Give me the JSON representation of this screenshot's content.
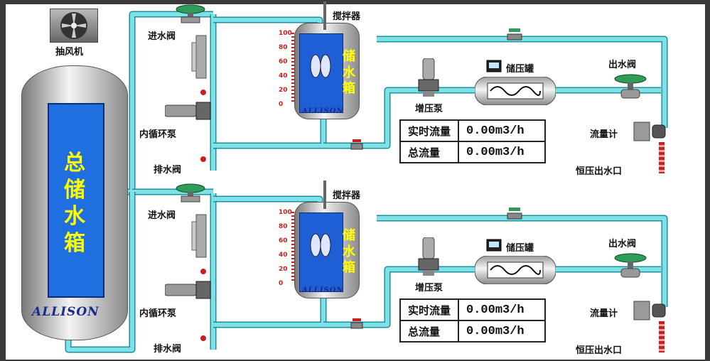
{
  "header_fragment": "",
  "fan_label": "抽风机",
  "main_tank": {
    "label": "总储水箱",
    "brand": "ALLISON"
  },
  "units": [
    {
      "inlet_valve": "进水阀",
      "agitator": "搅拌器",
      "tank_label": "储水箱",
      "tank_brand": "ALLISON",
      "scale_ticks": [
        "100",
        "80",
        "60",
        "40",
        "20",
        "0"
      ],
      "circulation_pump": "内循环泵",
      "drain_valve": "排水阀",
      "booster_pump": "增压泵",
      "pressure_tank": "储压罐",
      "outlet_valve": "出水阀",
      "flow_meter": "流量计",
      "constant_pressure_outlet": "恒压出水口",
      "realtime_flow_label": "实时流量",
      "realtime_flow_value": "0.00m3/h",
      "total_flow_label": "总流量",
      "total_flow_value": "0.00m3/h"
    },
    {
      "inlet_valve": "进水阀",
      "agitator": "搅拌器",
      "tank_label": "储水箱",
      "tank_brand": "ALLISON",
      "scale_ticks": [
        "100",
        "80",
        "60",
        "40",
        "20",
        "0"
      ],
      "circulation_pump": "内循环泵",
      "drain_valve": "排水阀",
      "booster_pump": "增压泵",
      "pressure_tank": "储压罐",
      "outlet_valve": "出水阀",
      "flow_meter": "流量计",
      "constant_pressure_outlet": "恒压出水口",
      "realtime_flow_label": "实时流量",
      "realtime_flow_value": "0.00m3/h",
      "total_flow_label": "总流量",
      "total_flow_value": "0.00m3/h"
    }
  ],
  "colors": {
    "pipe": "#7fe0e6",
    "pipe_edge": "#1a8fa0",
    "tank_fill": "#1f5fd6",
    "tank_text": "#ffff00",
    "valve_green": "#2f9c5a",
    "valve_red": "#c8201e"
  }
}
